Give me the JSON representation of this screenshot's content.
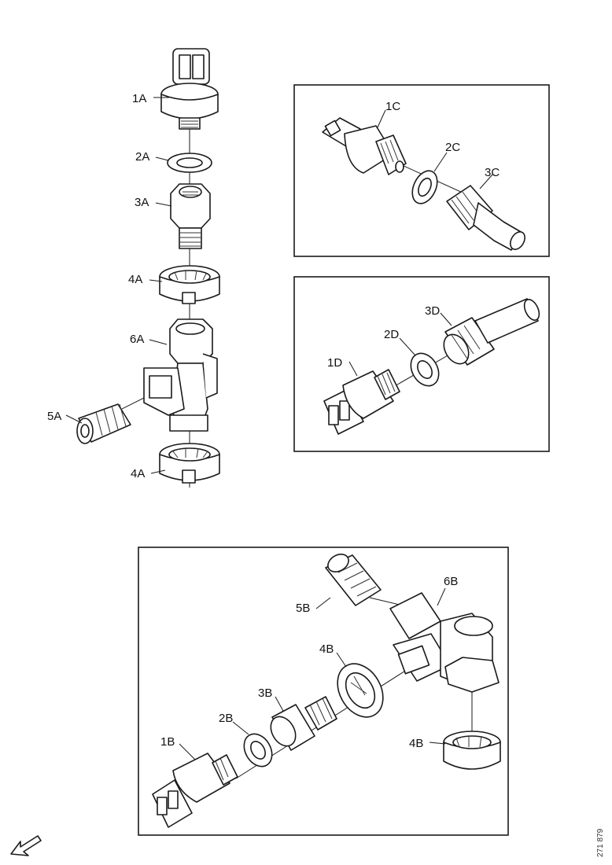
{
  "labels": {
    "a1": "1A",
    "a2": "2A",
    "a3": "3A",
    "a4_top": "4A",
    "a6": "6A",
    "a5": "5A",
    "a4_bottom": "4A",
    "c1": "1C",
    "c2": "2C",
    "c3": "3C",
    "d1": "1D",
    "d2": "2D",
    "d3": "3D",
    "b1": "1B",
    "b2": "2B",
    "b3": "3B",
    "b4_mid": "4B",
    "b4_low": "4B",
    "b5": "5B",
    "b6": "6B"
  },
  "reference": "271 879",
  "orientation_arrow_icon": "arrow-lower-left-icon"
}
